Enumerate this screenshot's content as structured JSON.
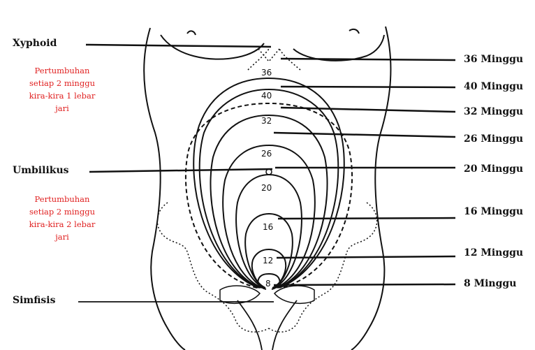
{
  "left_labels": {
    "xyphoid": "Xyphoid",
    "umbilikus": "Umbilikus",
    "simfisis": "Simfisis"
  },
  "notes": {
    "upper": "Pertumbuhan\nsetiap 2 minggu\nkira-kira 1 lebar\njari",
    "lower": "Pertumbuhan\nsetiap 2 minggu\nkira-kira 2 lebar\njari",
    "color": "#e02020"
  },
  "week_labels": [
    "36 Minggu",
    "40 Minggu",
    "32 Minggu",
    "26 Minggu",
    "20 Minggu",
    "16 Minggu",
    "12 Minggu",
    "8 Minggu"
  ],
  "contour_numbers": [
    "36",
    "40",
    "32",
    "26",
    "20",
    "16",
    "12",
    "8"
  ]
}
